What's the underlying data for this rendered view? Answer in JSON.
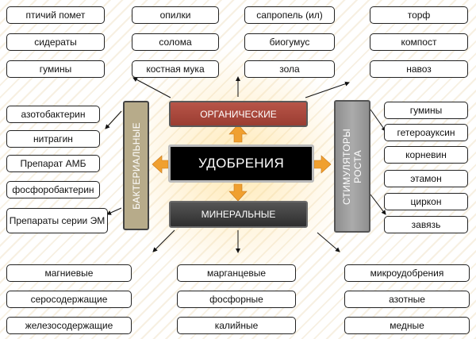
{
  "center": {
    "label": "УДОБРЕНИЯ"
  },
  "organic": {
    "label": "ОРГАНИЧЕСКИЕ",
    "items": [
      "птичий помет",
      "опилки",
      "сапропель (ил)",
      "торф",
      "сидераты",
      "солома",
      "биогумус",
      "компост",
      "гумины",
      "костная мука",
      "зола",
      "навоз"
    ]
  },
  "mineral": {
    "label": "МИНЕРАЛЬНЫЕ",
    "items": [
      "магниевые",
      "марганцевые",
      "микроудобрения",
      "серосодержащие",
      "фосфорные",
      "азотные",
      "железосодержащие",
      "калийные",
      "медные"
    ]
  },
  "bacterial": {
    "label": "БАКТЕРИАЛЬНЫЕ",
    "items": [
      "азотобактерин",
      "нитрагин",
      "Препарат АМБ",
      "фосфоробактерин",
      "Препараты серии ЭМ"
    ]
  },
  "growth": {
    "label": "СТИМУЛЯТОРЫ РОСТА",
    "items": [
      "гумины",
      "гетероауксин",
      "корневин",
      "этамон",
      "циркон",
      "завязь"
    ]
  },
  "colors": {
    "organic": "#a9463a",
    "mineral": "#3f3f3f",
    "center": "#000000",
    "bacterial": "#b7ab8a",
    "growth": "#9d9d9d",
    "arrow": "#f0a030"
  }
}
